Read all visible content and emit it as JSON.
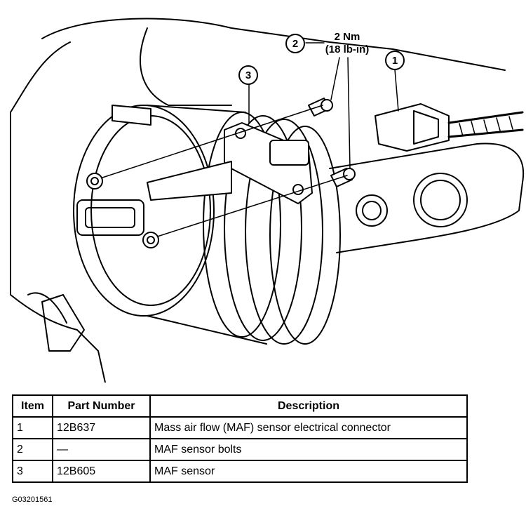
{
  "callouts": [
    {
      "number": "1"
    },
    {
      "number": "2"
    },
    {
      "number": "3"
    }
  ],
  "torque": {
    "line1": "2 Nm",
    "line2": "(18 lb-in)"
  },
  "table": {
    "headers": [
      "Item",
      "Part Number",
      "Description"
    ],
    "rows": [
      {
        "item": "1",
        "part_number": "12B637",
        "description": "Mass air flow (MAF) sensor electrical connector"
      },
      {
        "item": "2",
        "part_number": "—",
        "description": "MAF sensor bolts"
      },
      {
        "item": "3",
        "part_number": "12B605",
        "description": "MAF sensor"
      }
    ]
  },
  "figure_code": "G03201561"
}
